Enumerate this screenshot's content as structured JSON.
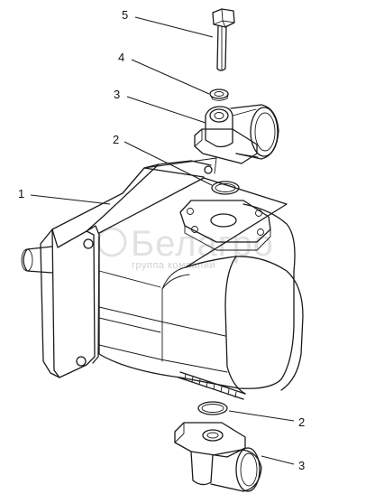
{
  "callouts": [
    {
      "id": "c5",
      "label": "5"
    },
    {
      "id": "c4",
      "label": "4"
    },
    {
      "id": "c3a",
      "label": "3"
    },
    {
      "id": "c2a",
      "label": "2"
    },
    {
      "id": "c1",
      "label": "1"
    },
    {
      "id": "c2b",
      "label": "2"
    },
    {
      "id": "c3b",
      "label": "3"
    }
  ],
  "watermark": {
    "brand": "Белагро",
    "subtitle": "группа компаний"
  },
  "colors": {
    "stroke": "#1a1a1a",
    "background": "#ffffff",
    "watermark": "#c9c9c9"
  }
}
